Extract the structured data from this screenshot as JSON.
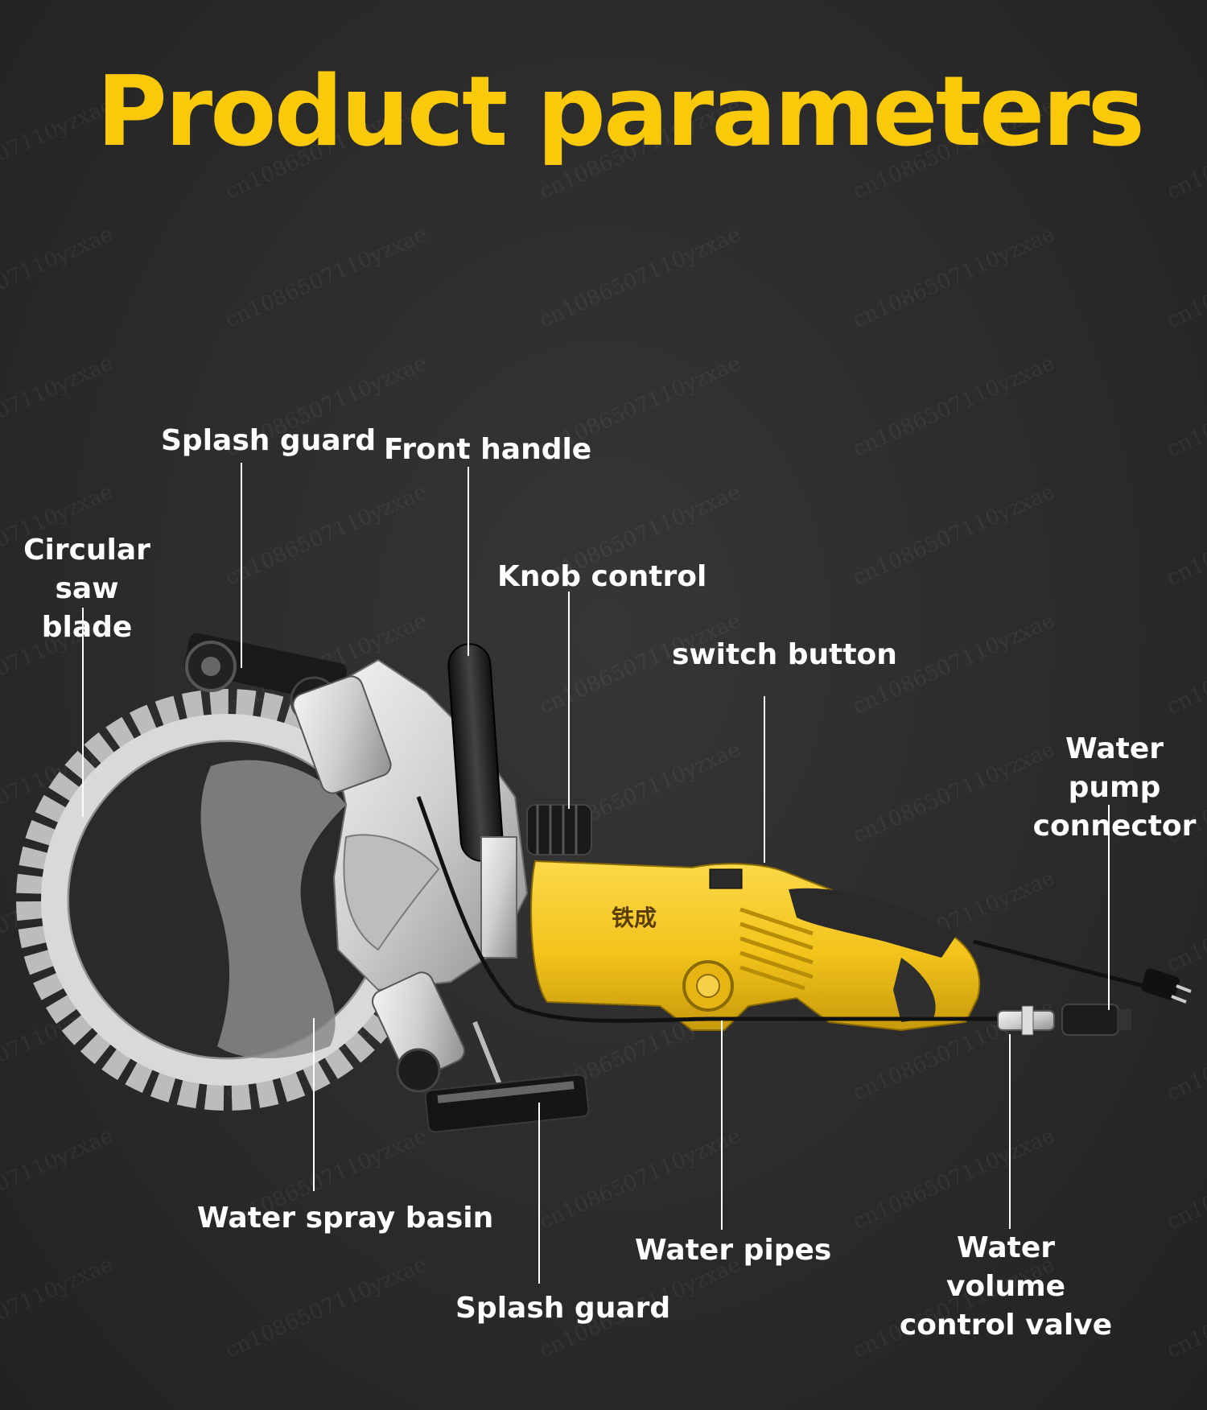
{
  "title": "Product parameters",
  "watermark_text": "cn1086507110yzxae",
  "brand_mark": "铁成",
  "colors": {
    "background": "#2b2b2b",
    "title": "#f9c90a",
    "label": "#ffffff",
    "tool_body": "#f2c31a",
    "blade": "#c9c9c9"
  },
  "labels": {
    "splash_guard_top": "Splash guard",
    "front_handle": "Front handle",
    "circular_saw_blade": "Circular saw blade",
    "knob_control": "Knob control",
    "switch_button": "switch button",
    "water_pump_connector": "Water pump connector",
    "water_spray_basin": "Water spray basin",
    "water_pipes": "Water pipes",
    "splash_guard_bottom": "Splash guard",
    "water_volume_control_valve": "Water volume control valve"
  }
}
